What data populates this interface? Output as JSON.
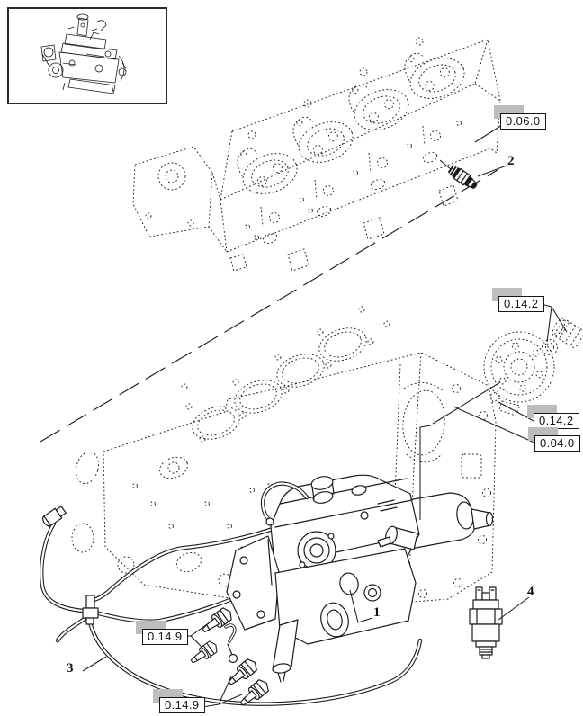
{
  "colors": {
    "background": "#ffffff",
    "line": "#1c1c1c",
    "label_shadow": "#bdbdbd",
    "label_border": "#161616"
  },
  "reference_boxes": [
    {
      "code": "0.06.0",
      "target": "cylinder-head"
    },
    {
      "code": "0.14.2",
      "target": "pump-drive-small-parts"
    },
    {
      "code": "0.14.2",
      "target": "pump-drive-hub"
    },
    {
      "code": "0.04.0",
      "target": "engine-block"
    },
    {
      "code": "0.14.9",
      "target": "pump-fittings-upper"
    },
    {
      "code": "0.14.9",
      "target": "pump-fittings-lower"
    }
  ],
  "part_callouts": [
    {
      "number": "1",
      "part": "fuel-injection-pump"
    },
    {
      "number": "2",
      "part": "cylinder-head-sensor"
    },
    {
      "number": "3",
      "part": "fuel-pipe-assembly"
    },
    {
      "number": "4",
      "part": "shut-off-solenoid"
    }
  ]
}
